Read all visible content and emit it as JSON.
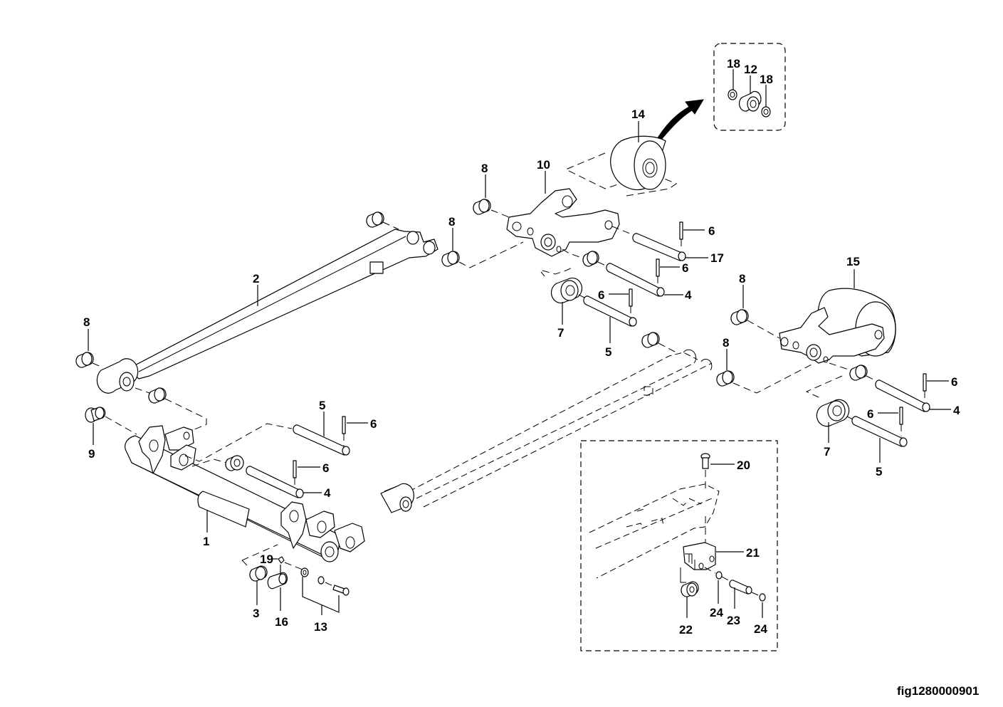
{
  "figure": {
    "id_label": "fig1280000901",
    "type": "exploded parts diagram"
  },
  "callouts": {
    "c1": "1",
    "c2": "2",
    "c3": "3",
    "c4_left": "4",
    "c4_mid": "4",
    "c4_right": "4",
    "c5_left": "5",
    "c5_mid": "5",
    "c5_right": "5",
    "c6_left_top": "6",
    "c6_left_bot": "6",
    "c6_mid_top": "6",
    "c6_mid_mid": "6",
    "c6_mid_bot": "6",
    "c6_right_top": "6",
    "c6_right_bot": "6",
    "c7_mid": "7",
    "c7_right": "7",
    "c8_left": "8",
    "c8_top": "8",
    "c8_mid": "8",
    "c8_right_top": "8",
    "c8_right_bot": "8",
    "c9": "9",
    "c10": "10",
    "c12": "12",
    "c13": "13",
    "c14": "14",
    "c15": "15",
    "c16": "16",
    "c17": "17",
    "c18_left": "18",
    "c18_right": "18",
    "c19": "19",
    "c20": "20",
    "c21": "21",
    "c22": "22",
    "c23": "23",
    "c24_left": "24",
    "c24_right": "24"
  },
  "parts": [
    {
      "number": "1",
      "name": "axle-tube"
    },
    {
      "number": "2",
      "name": "push-rod"
    },
    {
      "number": "3",
      "name": "bushing"
    },
    {
      "number": "4",
      "name": "pin"
    },
    {
      "number": "5",
      "name": "pin"
    },
    {
      "number": "6",
      "name": "roll-pin"
    },
    {
      "number": "7",
      "name": "roller"
    },
    {
      "number": "8",
      "name": "bushing"
    },
    {
      "number": "9",
      "name": "flanged-bushing"
    },
    {
      "number": "10",
      "name": "wheel-bracket"
    },
    {
      "number": "12",
      "name": "spacer"
    },
    {
      "number": "13",
      "name": "fastener-set"
    },
    {
      "number": "14",
      "name": "load-wheel"
    },
    {
      "number": "15",
      "name": "load-wheel-assembly"
    },
    {
      "number": "16",
      "name": "pin"
    },
    {
      "number": "17",
      "name": "pin"
    },
    {
      "number": "18",
      "name": "bearing"
    },
    {
      "number": "19",
      "name": "grease-nipple"
    },
    {
      "number": "20",
      "name": "screw"
    },
    {
      "number": "21",
      "name": "roller-bracket"
    },
    {
      "number": "22",
      "name": "roller"
    },
    {
      "number": "23",
      "name": "pin"
    },
    {
      "number": "24",
      "name": "retaining-ring"
    }
  ]
}
